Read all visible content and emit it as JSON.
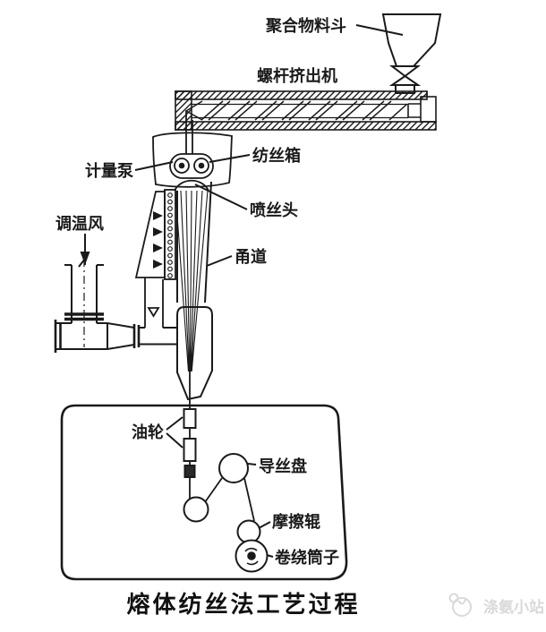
{
  "page": {
    "background": "#ffffff",
    "ink": "#1a1a1a",
    "watermark_color": "#d9d9d9"
  },
  "title": "熔体纺丝法工艺过程",
  "watermark": {
    "text": "涤氨小站",
    "logo": "cat-logo-icon"
  },
  "labels": {
    "hopper": "聚合物料斗",
    "extruder": "螺杆挤出机",
    "spinning_box": "纺丝箱",
    "metering_pump": "计量泵",
    "spinneret": "喷丝头",
    "quench_air": "调温风",
    "duct": "甬道",
    "oil_wheel": "油轮",
    "godet": "导丝盘",
    "friction_roller": "摩擦辊",
    "winding_bobbin": "卷绕筒子"
  }
}
